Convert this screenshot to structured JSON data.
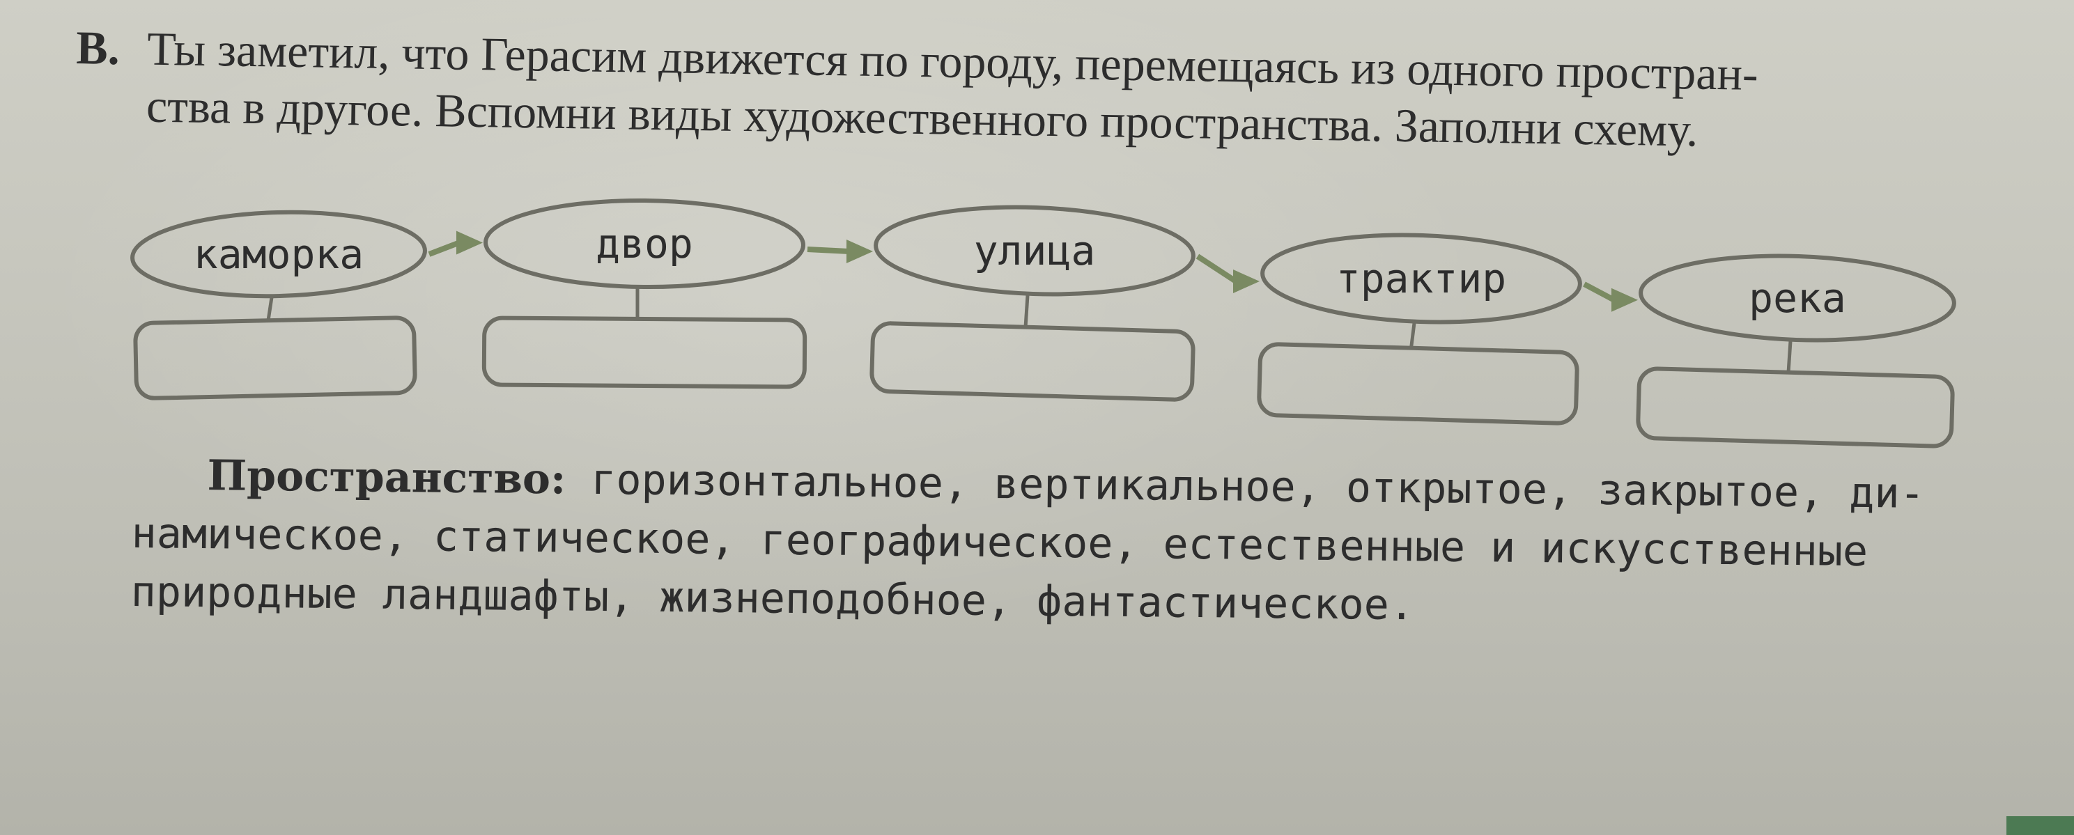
{
  "task": {
    "label": "В.",
    "line1": "Ты заметил, что Герасим движется по городу, перемещаясь из одного простран-",
    "line2": "ства в другое. Вспомни виды художественного пространства. Заполни схему."
  },
  "scheme": {
    "nodes": [
      {
        "label": "каморка",
        "answer": ""
      },
      {
        "label": "двор",
        "answer": ""
      },
      {
        "label": "улица",
        "answer": ""
      },
      {
        "label": "трактир",
        "answer": ""
      },
      {
        "label": "река",
        "answer": ""
      }
    ]
  },
  "word_bank": {
    "heading": "Пространство:",
    "line1": " горизонтальное, вертикальное, открытое, закрытое, ди-",
    "line2": "намическое, статическое, географическое, естественные и искусственные",
    "line3": "природные ландшафты, жизнеподобное, фантастическое."
  },
  "colors": {
    "ink": "#2d2d2d",
    "scheme_stroke": "#6d6d64",
    "arrow_fill": "#7a8a62",
    "page_edge_accent": "#4c7a53"
  }
}
